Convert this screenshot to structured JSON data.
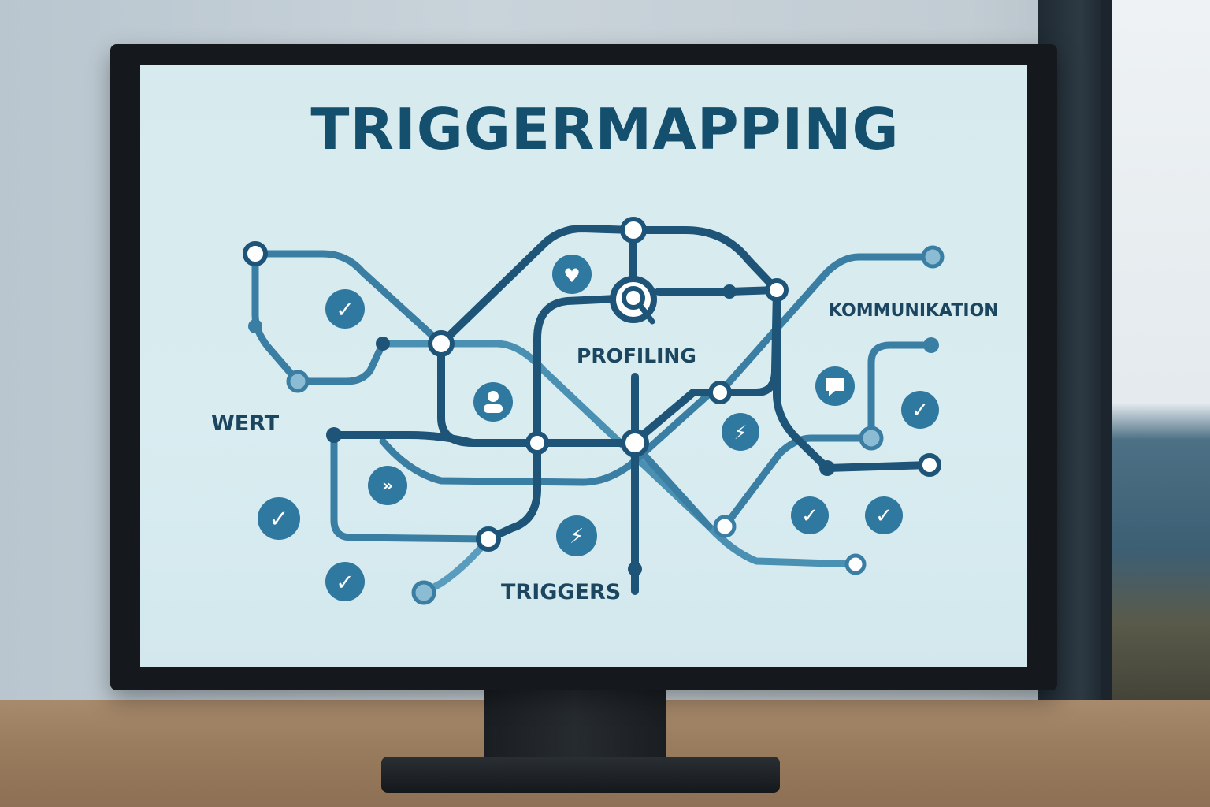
{
  "title": "TRIGGERMAPPING",
  "labels": {
    "profiling": "PROFILING",
    "kommunikation": "KOMMUNIKATION",
    "wert": "WERT",
    "triggers": "TRIGGERS"
  },
  "colors": {
    "dark_line": "#1d5478",
    "mid_line": "#3a7ea3",
    "light_line": "#5a9cbd",
    "badge": "#2f78a0",
    "title": "#14506e",
    "screen_bg": "#d7ebef"
  },
  "icons": [
    "check-icon",
    "heart-icon",
    "search-icon",
    "user-icon",
    "double-chevron-icon",
    "lightning-icon",
    "chat-icon"
  ]
}
